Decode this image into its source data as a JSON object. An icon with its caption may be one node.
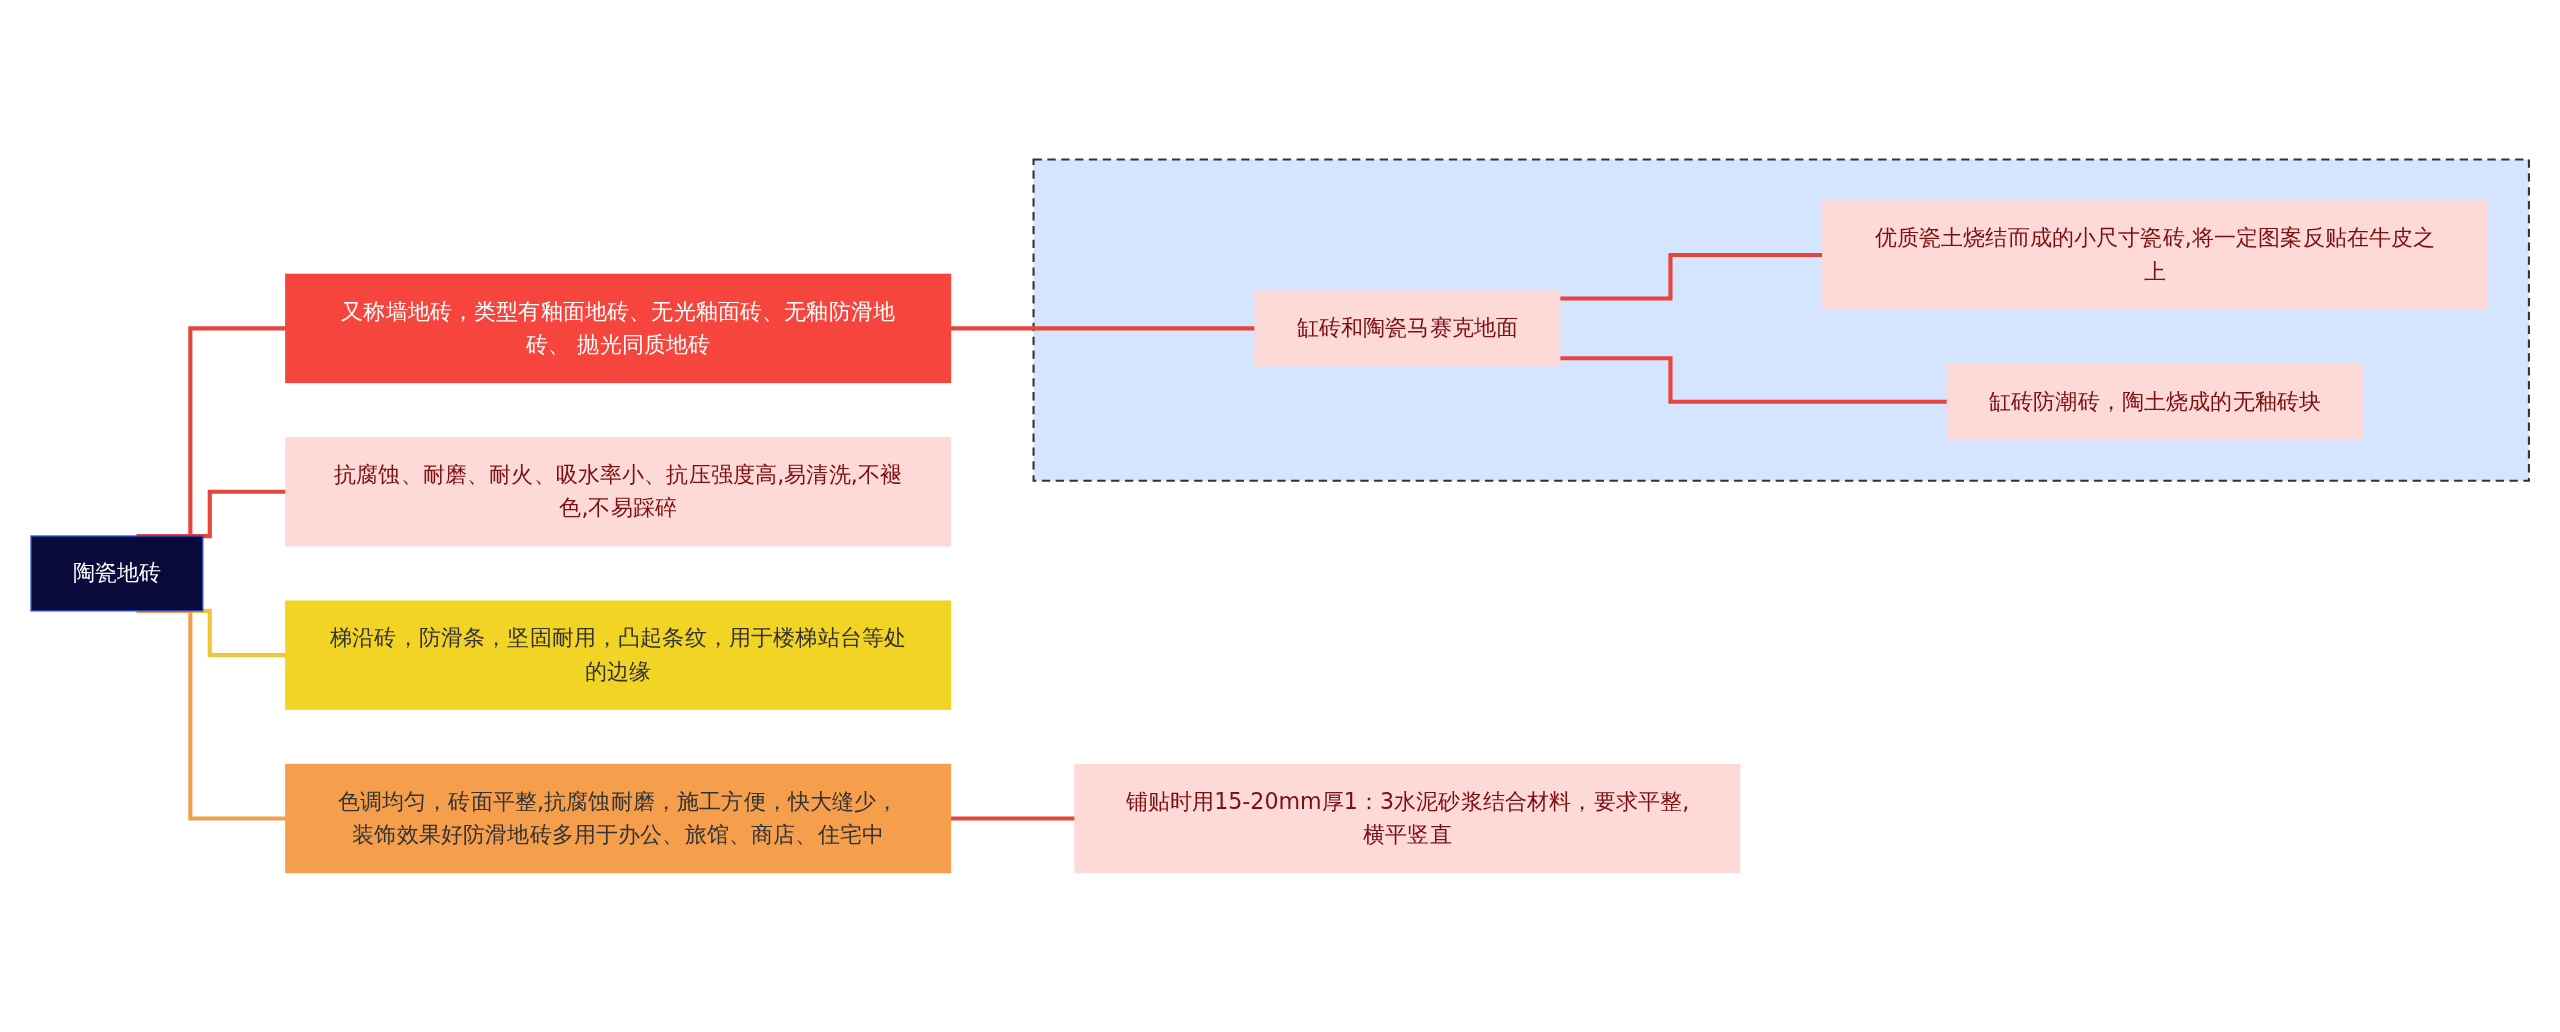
{
  "diagram": {
    "nodes": [
      {
        "text": [
          "陶瓷地砖"
        ]
      },
      {
        "text": [
          "又称墙地砖，类型有釉面地砖、无光釉面砖、无釉防滑地砖、 抛光同质地砖"
        ]
      },
      {
        "text": [],
        "shape": "box"
      },
      {
        "text": [
          "缸砖和陶瓷马赛克地面"
        ],
        "in": 2
      },
      {
        "text": [
          "优质瓷土烧结而成的小尺寸瓷砖,将一定图案反贴在牛皮之上"
        ],
        "in": 2
      },
      {
        "text": [
          "缸砖防潮砖，陶土烧成的无釉砖块"
        ],
        "in": 2
      },
      {
        "text": [
          "抗腐蚀、耐磨、耐火、吸水率小、抗压强度高,易清洗,不褪色,不易踩碎"
        ]
      },
      {
        "text": [
          "梯沿砖，防滑条，坚固耐用，凸起条纹，用于楼梯站台等处的边缘"
        ]
      },
      {
        "text": [
          "色调均匀，砖面平整,抗腐蚀耐磨，施工方便，快大缝少，装饰效果好防滑地砖多用于办公、旅馆、商店、住宅中"
        ]
      },
      {
        "text": [
          "铺贴时用15-20mm厚1：3水泥砂浆结合材料，要求平整,横平竖直"
        ]
      }
    ],
    "edges": [
      {
        "from": 0,
        "to": 1,
        "arrow": "none"
      },
      {
        "from": 0,
        "to": 6,
        "arrow": "none"
      },
      {
        "from": 0,
        "to": 7,
        "arrow": "none",
        "color": "#efc53a"
      },
      {
        "from": 0,
        "to": 8,
        "arrow": "none",
        "color": "#f0a04b"
      },
      {
        "from": 1,
        "to": 3,
        "arrow": "none"
      },
      {
        "from": 3,
        "to": 4,
        "arrow": "none"
      },
      {
        "from": 3,
        "to": 5,
        "arrow": "none"
      },
      {
        "from": 8,
        "to": 9,
        "arrow": "none"
      }
    ]
  }
}
